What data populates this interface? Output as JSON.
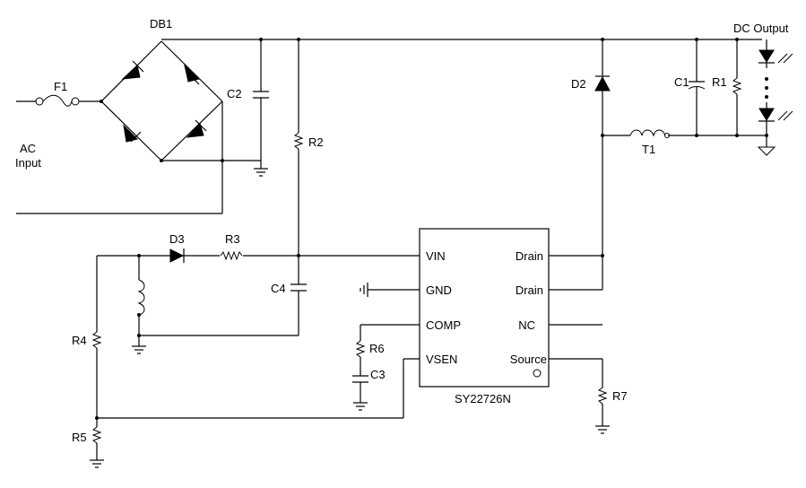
{
  "labels": {
    "db1": "DB1",
    "f1": "F1",
    "ac_input_line1": "AC",
    "ac_input_line2": "Input",
    "c2": "C2",
    "r2": "R2",
    "d3": "D3",
    "r3": "R3",
    "c4": "C4",
    "r4": "R4",
    "r5": "R5",
    "r6": "R6",
    "c3": "C3",
    "d2": "D2",
    "c1": "C1",
    "r1": "R1",
    "t1": "T1",
    "dc_output": "DC Output",
    "r7": "R7"
  },
  "ic": {
    "part_number": "SY22726N",
    "pins_left": [
      "VIN",
      "GND",
      "COMP",
      "VSEN"
    ],
    "pins_right": [
      "Drain",
      "Drain",
      "NC",
      "Source"
    ]
  }
}
